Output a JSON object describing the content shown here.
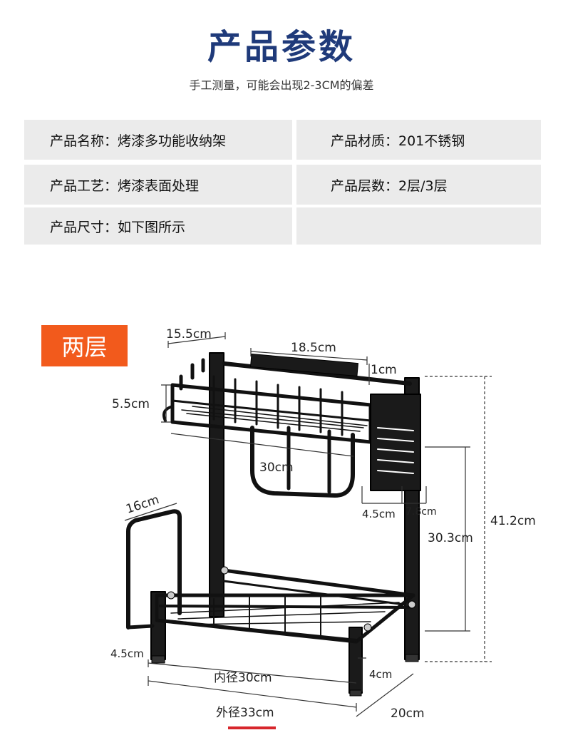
{
  "header": {
    "title": "产品参数",
    "subtitle": "手工测量，可能会出现2-3CM的偏差"
  },
  "specs": {
    "name": "产品名称：烤漆多功能收纳架",
    "material": "产品材质：201不锈钢",
    "craft": "产品工艺：烤漆表面处理",
    "layers": "产品层数：2层/3层",
    "size": "产品尺寸：如下图所示"
  },
  "badge": "两层",
  "dimensions": {
    "top_depth": "15.5cm",
    "top_width": "18.5cm",
    "rail": "1cm",
    "top_height": "5.5cm",
    "top_length": "30cm",
    "side_depth": "16cm",
    "holder_depth": "4.5cm",
    "holder_width": "7.8cm",
    "total_height": "41.2cm",
    "middle_height": "30.3cm",
    "left_offset": "4.5cm",
    "inner_width": "内径30cm",
    "foot_height": "4cm",
    "outer_width": "外径33cm",
    "bottom_depth": "20cm"
  }
}
